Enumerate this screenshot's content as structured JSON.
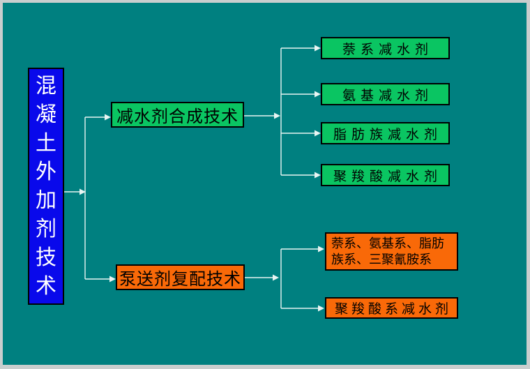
{
  "colors": {
    "background": "#008080",
    "frame": "#C9CECE",
    "root_box": "#0909EB",
    "green_box": "#0AC562",
    "orange_box": "#F96908",
    "connector": "#E9F5F3",
    "box_border": "#000000",
    "root_text": "#FFFFFF",
    "node_text": "#000000"
  },
  "diagram": {
    "root": {
      "label": "混凝土外加剂技术"
    },
    "branches": [
      {
        "label": "减水剂合成技术",
        "color": "#0AC562",
        "children": [
          "萘系减水剂",
          "氨基减水剂",
          "脂肪族减水剂",
          "聚羧酸减水剂"
        ]
      },
      {
        "label": "泵送剂复配技术",
        "color": "#F96908",
        "children": [
          "萘系、氨基系、脂肪族系、三聚氰胺系",
          "聚羧酸系减水剂"
        ]
      }
    ]
  }
}
